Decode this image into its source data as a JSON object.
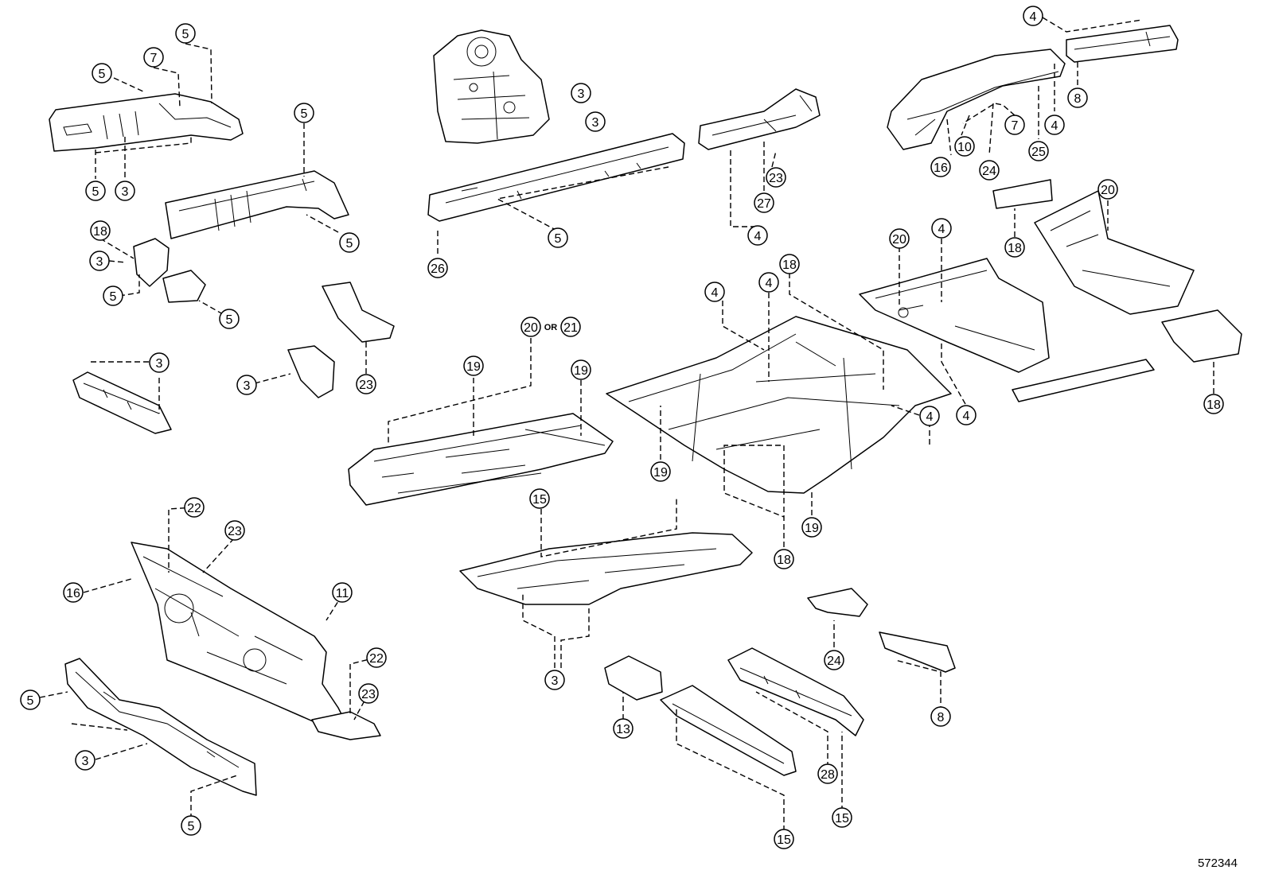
{
  "diagram_id": "572344",
  "or_text": "OR",
  "parts": [
    "5",
    "7",
    "5",
    "5",
    "3",
    "3",
    "3",
    "4",
    "8",
    "7",
    "4",
    "16",
    "10",
    "24",
    "25",
    "5",
    "5",
    "5",
    "26",
    "23",
    "27",
    "4",
    "18",
    "3",
    "5",
    "5",
    "18",
    "20",
    "3",
    "3",
    "23",
    "20",
    "4",
    "4",
    "4",
    "4",
    "18",
    "4",
    "18",
    "20",
    "21",
    "19",
    "19",
    "19",
    "19",
    "18",
    "15",
    "3",
    "22",
    "23",
    "16",
    "11",
    "22",
    "23",
    "5",
    "3",
    "5",
    "24",
    "8",
    "13",
    "28",
    "15",
    "15"
  ]
}
